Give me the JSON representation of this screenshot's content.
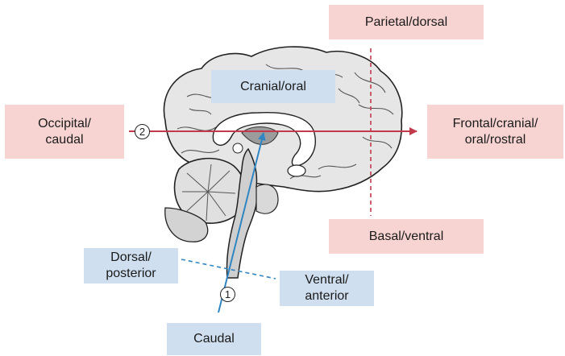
{
  "labels": {
    "parietal": "Parietal/dorsal",
    "cranial_oral": "Cranial/oral",
    "occipital": "Occipital/\ncaudal",
    "frontal": "Frontal/cranial/\noral/rostral",
    "basal": "Basal/ventral",
    "dorsal_posterior": "Dorsal/\nposterior",
    "ventral_anterior": "Ventral/\nanterior",
    "caudal": "Caudal"
  },
  "markers": {
    "axis_1": "1",
    "axis_2": "2"
  },
  "colors": {
    "pink_box": "#f7d4d2",
    "blue_box": "#cfdff0",
    "red_axis": "#c23b4c",
    "blue_axis": "#2f86c3"
  }
}
